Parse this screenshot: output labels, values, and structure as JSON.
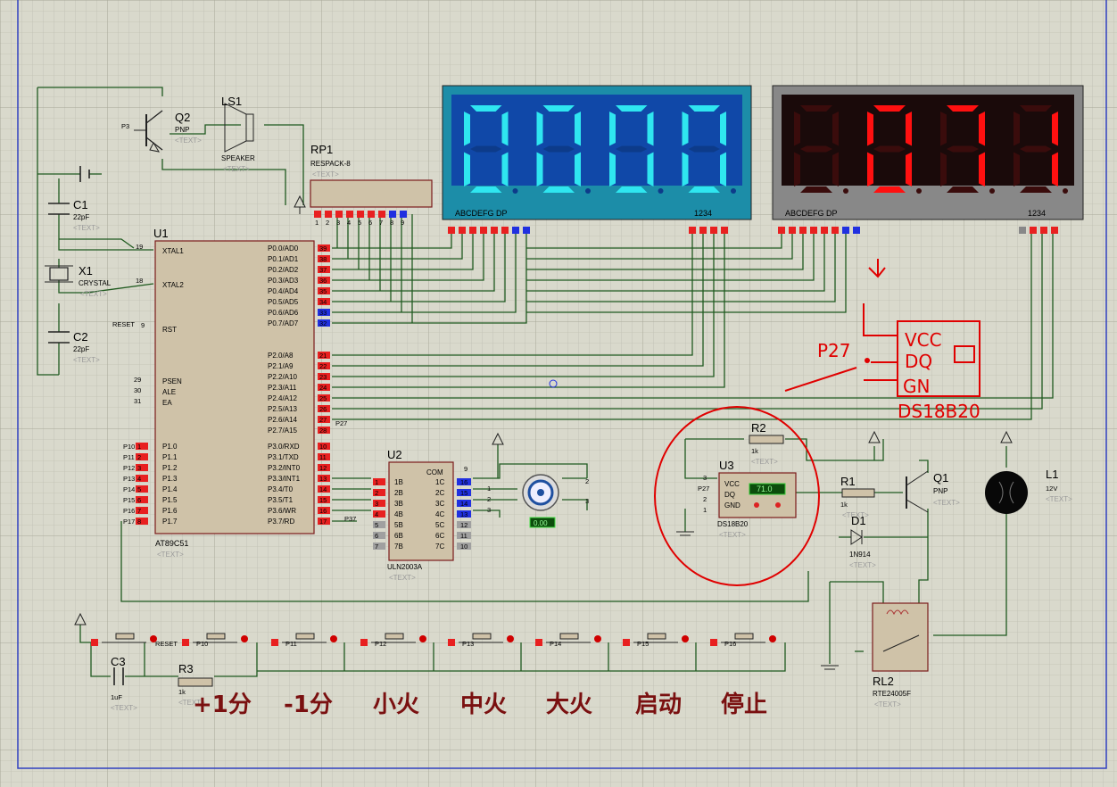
{
  "components": {
    "U1": {
      "ref": "U1",
      "type": "AT89C51",
      "text": "<TEXT>",
      "xtal1": "XTAL1",
      "xtal2": "XTAL2",
      "rst": "RST",
      "psen": "PSEN",
      "ale": "ALE",
      "ea": "EA",
      "pin19": "19",
      "pin18": "18",
      "pin9": "9",
      "pin29": "29",
      "pin30": "30",
      "pin31": "31",
      "p0": [
        [
          "P0.0/AD0",
          "39"
        ],
        [
          "P0.1/AD1",
          "38"
        ],
        [
          "P0.2/AD2",
          "37"
        ],
        [
          "P0.3/AD3",
          "36"
        ],
        [
          "P0.4/AD4",
          "35"
        ],
        [
          "P0.5/AD5",
          "34"
        ],
        [
          "P0.6/AD6",
          "33"
        ],
        [
          "P0.7/AD7",
          "32"
        ]
      ],
      "p2": [
        [
          "P2.0/A8",
          "21"
        ],
        [
          "P2.1/A9",
          "22"
        ],
        [
          "P2.2/A10",
          "23"
        ],
        [
          "P2.3/A11",
          "24"
        ],
        [
          "P2.4/A12",
          "25"
        ],
        [
          "P2.5/A13",
          "26"
        ],
        [
          "P2.6/A14",
          "27"
        ],
        [
          "P2.7/A15",
          "28"
        ]
      ],
      "p1": [
        [
          "P1.0",
          "1"
        ],
        [
          "P1.1",
          "2"
        ],
        [
          "P1.2",
          "3"
        ],
        [
          "P1.3",
          "4"
        ],
        [
          "P1.4",
          "5"
        ],
        [
          "P1.5",
          "6"
        ],
        [
          "P1.6",
          "7"
        ],
        [
          "P1.7",
          "8"
        ]
      ],
      "p3": [
        [
          "P3.0/RXD",
          "10"
        ],
        [
          "P3.1/TXD",
          "11"
        ],
        [
          "P3.2/INT0",
          "12"
        ],
        [
          "P3.3/INT1",
          "13"
        ],
        [
          "P3.4/T0",
          "14"
        ],
        [
          "P3.5/T1",
          "15"
        ],
        [
          "P3.6/WR",
          "16"
        ],
        [
          "P3.7/RD",
          "17"
        ]
      ],
      "p1nets": [
        "P10",
        "P11",
        "P12",
        "P13",
        "P14",
        "P15",
        "P16",
        "P17"
      ],
      "reset_net": "RESET",
      "p27_net": "P27",
      "p37_net": "P37"
    },
    "U2": {
      "ref": "U2",
      "type": "ULN2003A",
      "text": "<TEXT>",
      "com": "COM",
      "com_pin": "9",
      "inputs": [
        [
          "1B",
          "1"
        ],
        [
          "2B",
          "2"
        ],
        [
          "3B",
          "3"
        ],
        [
          "4B",
          "4"
        ],
        [
          "5B",
          "5"
        ],
        [
          "6B",
          "6"
        ],
        [
          "7B",
          "7"
        ]
      ],
      "outputs": [
        [
          "1C",
          "16"
        ],
        [
          "2C",
          "15"
        ],
        [
          "3C",
          "14"
        ],
        [
          "4C",
          "13"
        ],
        [
          "5C",
          "12"
        ],
        [
          "6C",
          "11"
        ],
        [
          "7C",
          "10"
        ]
      ],
      "net1": "1",
      "net2": "2",
      "net3": "3"
    },
    "U3": {
      "ref": "U3",
      "type": "DS18B20",
      "text": "<TEXT>",
      "vcc": "VCC",
      "dq": "DQ",
      "gnd": "GND",
      "pin3": "3",
      "pin2": "2",
      "pin1": "1",
      "net": "P27",
      "display": "71.0"
    },
    "motor": {
      "readout": "0.00",
      "pin2": "2",
      "pin3": "3"
    },
    "X1": {
      "ref": "X1",
      "type": "CRYSTAL",
      "text": "<TEXT>"
    },
    "C1": {
      "ref": "C1",
      "value": "22pF",
      "text": "<TEXT>"
    },
    "C2": {
      "ref": "C2",
      "value": "22pF",
      "text": "<TEXT>"
    },
    "C3": {
      "ref": "C3",
      "value": "1uF",
      "text": "<TEXT>"
    },
    "R1": {
      "ref": "R1",
      "value": "1k",
      "text": "<TEXT>"
    },
    "R2": {
      "ref": "R2",
      "value": "1k",
      "text": "<TEXT>"
    },
    "R3": {
      "ref": "R3",
      "value": "1k",
      "text": "<TEXT>"
    },
    "Q1": {
      "ref": "Q1",
      "type": "PNP",
      "text": "<TEXT>"
    },
    "Q2": {
      "ref": "Q2",
      "type": "PNP",
      "text": "<TEXT>",
      "net": "P3"
    },
    "LS1": {
      "ref": "LS1",
      "type": "SPEAKER",
      "text": "<TEXT>"
    },
    "RP1": {
      "ref": "RP1",
      "type": "RESPACK-8",
      "text": "<TEXT>",
      "pins": [
        "1",
        "2",
        "3",
        "4",
        "5",
        "6",
        "7",
        "8",
        "9"
      ]
    },
    "D1": {
      "ref": "D1",
      "type": "1N914",
      "text": "<TEXT>"
    },
    "L1": {
      "ref": "L1",
      "value": "12V",
      "text": "<TEXT>"
    },
    "RL2": {
      "ref": "RL2",
      "type": "RTE24005F",
      "text": "<TEXT>"
    }
  },
  "displays": {
    "blue": {
      "segments_label": "ABCDEFG  DP",
      "digits_label": "1234",
      "digits": [
        "0",
        "0",
        "0",
        "0"
      ],
      "on": "#2fe6f0",
      "off": "#0d3b8a",
      "bg": "#1048a8",
      "frame": "#1c8da8"
    },
    "red": {
      "segments_label": "ABCDEFG  DP",
      "digits_label": "1234",
      "digits": [
        "",
        "0",
        "7",
        "1"
      ],
      "on": "#ff1010",
      "off": "#3a0c0c",
      "bg": "#1a0a0a",
      "frame": "#888888"
    }
  },
  "buttons": {
    "nets": [
      "RESET",
      "P10",
      "P11",
      "P12",
      "P13",
      "P14",
      "P15",
      "P16"
    ],
    "labels": [
      "+1分",
      "-1分",
      "小火",
      "中火",
      "大火",
      "启动",
      "停止"
    ]
  },
  "annotation": {
    "p27": "P27",
    "vcc": "VCC",
    "dq": "DQ",
    "gnd": "GN",
    "chip": "DS18B20"
  },
  "colors": {
    "wire": "#1f5a1f",
    "pin_red": "#e82020",
    "pin_blue": "#2030e0",
    "body": "#cfc2a8",
    "annotation": "#e00000",
    "label": "#7a1010"
  }
}
